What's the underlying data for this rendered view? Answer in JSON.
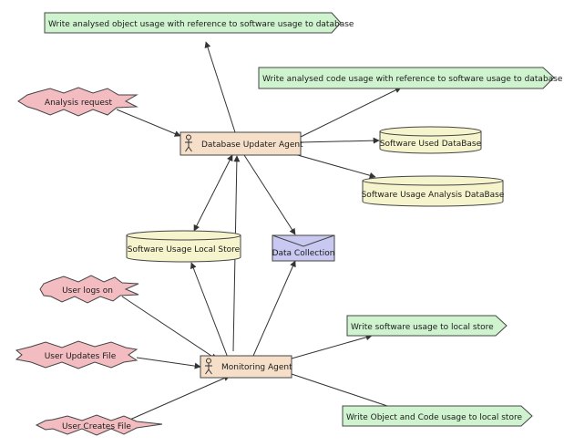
{
  "colors": {
    "line": "#333333",
    "outline": "#444444",
    "actor_fill": "#f6dfc8",
    "store_fill": "#f6f4cc",
    "event_fill": "#f2bcc0",
    "output_fill": "#cff3cf",
    "message_fill": "#c8c8f0"
  },
  "actors": {
    "database_updater": "Database Updater Agent",
    "monitoring": "Monitoring Agent"
  },
  "stores": {
    "software_used_db": "Software Used DataBase",
    "software_usage_analysis_db": "Software Usage Analysis DataBase",
    "software_usage_local_store": "Software Usage Local Store"
  },
  "message": {
    "data_collection": "Data Collection"
  },
  "events": {
    "analysis_request": "Analysis request",
    "user_logs_on": "User logs on",
    "user_updates_file": "User Updates File",
    "user_creates_file": "User Creates File"
  },
  "outputs": {
    "write_object_usage_db": "Write analysed object usage with reference to software usage to database",
    "write_code_usage_db": "Write analysed code usage with reference to software usage to database",
    "write_software_usage_local": "Write software usage to local store",
    "write_object_code_local": "Write Object and Code usage to local store"
  }
}
